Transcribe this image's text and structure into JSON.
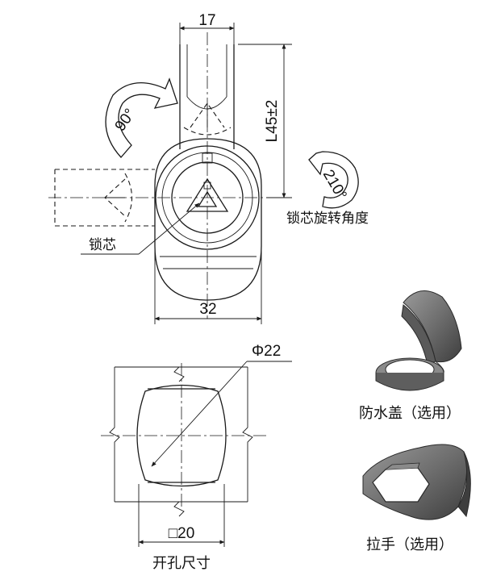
{
  "dimensions": {
    "top_width": "17",
    "length": "L45±2",
    "bottom_width": "32",
    "diameter": "Φ22",
    "square": "□20",
    "angle_left": "90°",
    "angle_right": "210°"
  },
  "labels": {
    "lock_core": "锁芯",
    "rotation_angle": "锁芯旋转角度",
    "cutout_size": "开孔尺寸",
    "waterproof_cover": "防水盖（选用）",
    "pull_handle": "拉手（选用）"
  },
  "colors": {
    "line": "#1a1a1a",
    "accessory_fill": "#7a7a7a",
    "accessory_dark": "#4a4a4a"
  }
}
